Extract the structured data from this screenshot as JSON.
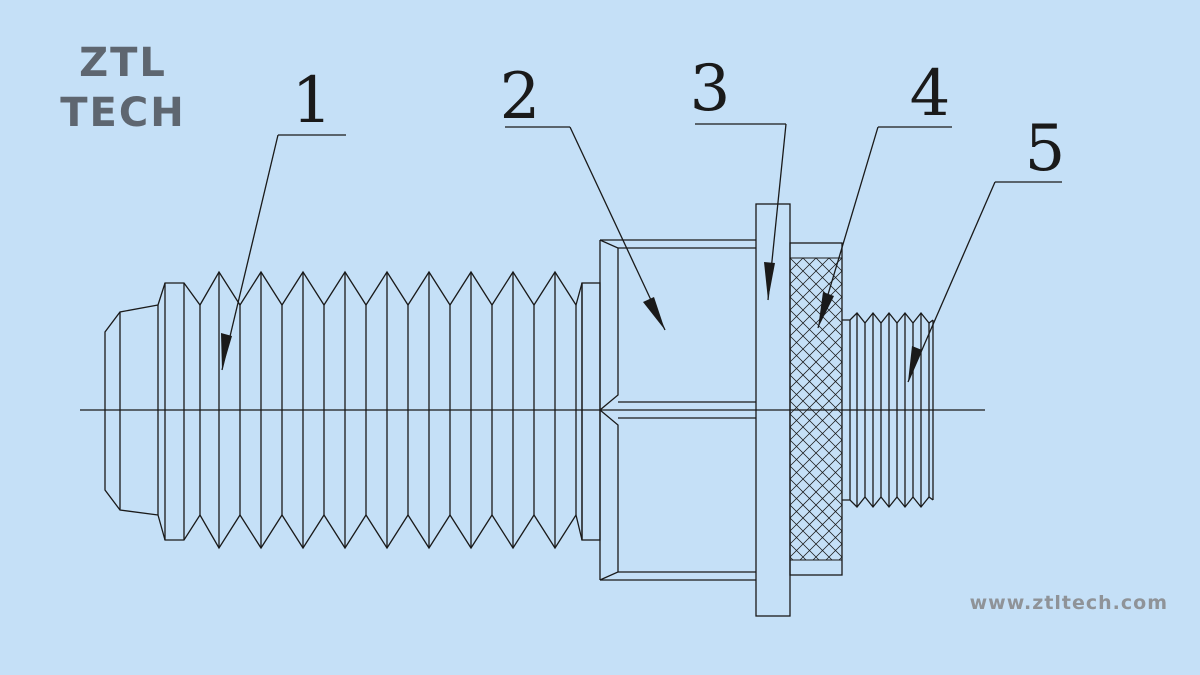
{
  "brand": {
    "line1": "ZTL",
    "line2": "TECH"
  },
  "website": "www.ztltech.com",
  "callouts": [
    "1",
    "2",
    "3",
    "4",
    "5"
  ],
  "colors": {
    "background": "#c5e0f7",
    "ink": "#1a1a1a",
    "logo": "#5e6670",
    "url": "#8f9398"
  }
}
